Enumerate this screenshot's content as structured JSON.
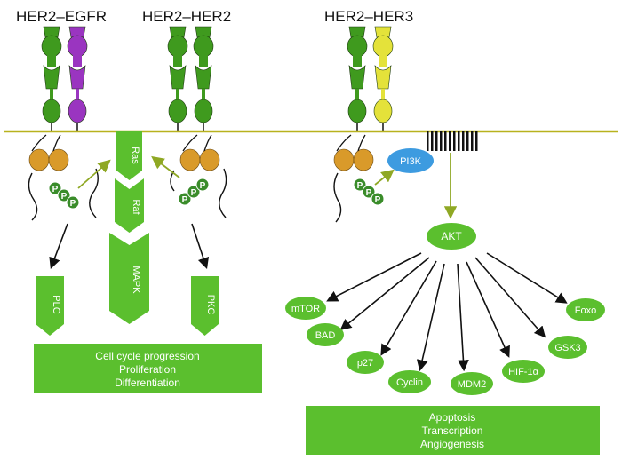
{
  "dimers": [
    {
      "label": "HER2–EGFR",
      "left_color": "#3f9a1e",
      "right_color": "#9a35c0"
    },
    {
      "label": "HER2–HER2",
      "left_color": "#3f9a1e",
      "right_color": "#3f9a1e"
    },
    {
      "label": "HER2–HER3",
      "left_color": "#3f9a1e",
      "right_color": "#e4e23a"
    }
  ],
  "phospho_label": "P",
  "pathway_chevrons": {
    "ras": "Ras",
    "raf": "Raf",
    "mapk": "MAPK",
    "plc": "PLC",
    "pkc": "PKC"
  },
  "pi3k": "PI3K",
  "akt": "AKT",
  "akt_targets": [
    "mTOR",
    "BAD",
    "p27",
    "Cyclin",
    "MDM2",
    "HIF-1α",
    "GSK3",
    "Foxo"
  ],
  "outcome_left": [
    "Cell cycle progression",
    "Proliferation",
    "Differentiation"
  ],
  "outcome_right": [
    "Apoptosis",
    "Transcription",
    "Angiogenesis"
  ],
  "colors": {
    "membrane": "#b8b21e",
    "node_green": "#5bbf2e",
    "node_text": "#ffffff",
    "pi3k_blue": "#3d9be0",
    "kinase_orange": "#d99a2a",
    "arrow_olive": "#8fa824",
    "arrow_black": "#111111"
  }
}
